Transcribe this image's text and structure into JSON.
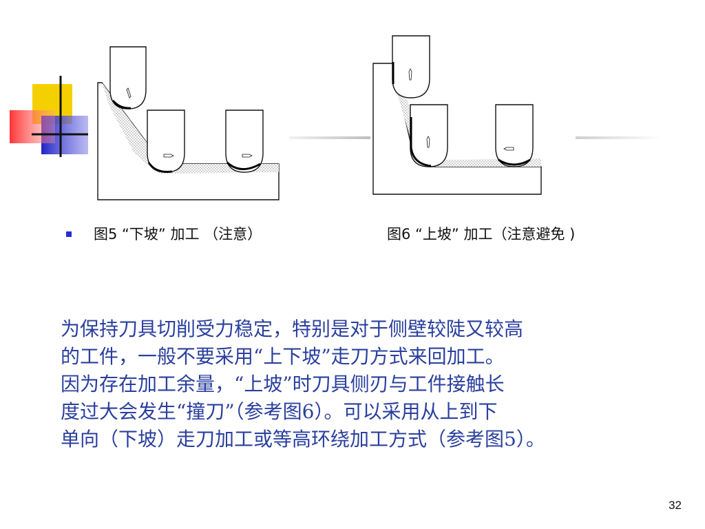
{
  "caption_fig5": "图5 “下坡” 加工 （注意）",
  "caption_fig6": "图6 “上坡” 加工（注意避免 )",
  "paragraph": [
    "为保持刀具切削受力稳定，特别是对于侧壁较陡又较高",
    "的工件，一般不要采用“上下坡”走刀方式来回加工。",
    "因为存在加工余量，“上坡”时刀具侧刃与工件接触长",
    "度过大会发生“撞刀”（参考图6）。可以采用从上到下",
    "单向（下坡）走刀加工或等高环绕加工方式（参考图5）。"
  ],
  "page_number": "32",
  "colors": {
    "text_blue": "#2a3f9e",
    "bullet": "#2b2bd6",
    "deco_yellow": "#f5d000",
    "deco_blue": "#2a2ad0",
    "deco_red": "#ff3030"
  }
}
